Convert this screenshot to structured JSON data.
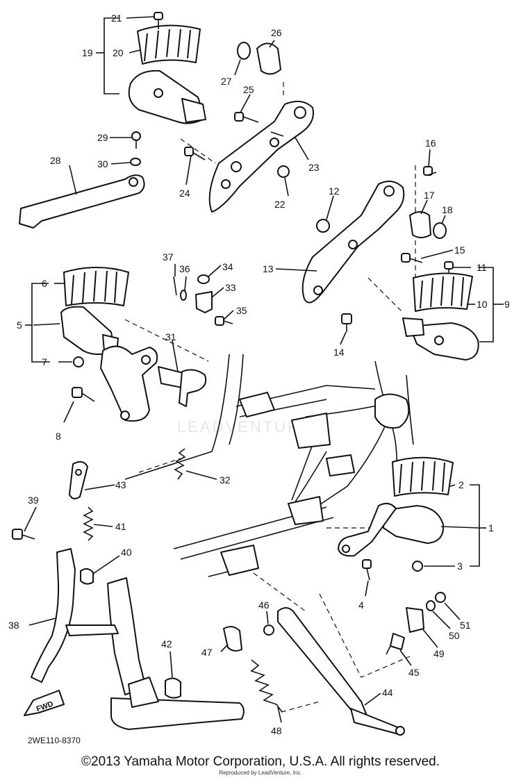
{
  "diagram": {
    "labels": {
      "p1": "1",
      "p2": "2",
      "p3": "3",
      "p4": "4",
      "p5": "5",
      "p6": "6",
      "p7": "7",
      "p8": "8",
      "p9": "9",
      "p10": "10",
      "p11": "11",
      "p12": "12",
      "p13": "13",
      "p14": "14",
      "p15": "15",
      "p16": "16",
      "p17": "17",
      "p18": "18",
      "p19": "19",
      "p20": "20",
      "p21": "21",
      "p22": "22",
      "p23": "23",
      "p24": "24",
      "p25": "25",
      "p26": "26",
      "p27": "27",
      "p28": "28",
      "p29": "29",
      "p30": "30",
      "p31": "31",
      "p32": "32",
      "p33": "33",
      "p34": "34",
      "p35": "35",
      "p36": "36",
      "p37": "37",
      "p38": "38",
      "p39": "39",
      "p40": "40",
      "p41": "41",
      "p42": "42",
      "p43": "43",
      "p44": "44",
      "p45": "45",
      "p46": "46",
      "p47": "47",
      "p48": "48",
      "p49": "49",
      "p50": "50",
      "p51": "51"
    },
    "drawing_code": "2WE110-8370",
    "forward_marker": "FWD",
    "watermark": "LEADVENTURE"
  },
  "footer": {
    "copyright": "©2013 Yamaha Motor Corporation, U.S.A. All rights reserved.",
    "reproduced": "Reproduced by LeadVenture, Inc."
  }
}
